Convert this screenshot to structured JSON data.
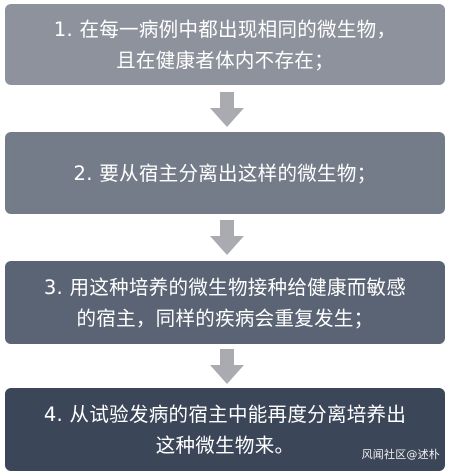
{
  "steps": [
    {
      "line1": "1. 在每一病例中都出现相同的微生物，",
      "line2": "且在健康者体内不存在；"
    },
    {
      "line1": "2. 要从宿主分离出这样的微生物；",
      "line2": ""
    },
    {
      "line1": "3. 用这种培养的微生物接种给健康而敏感",
      "line2": "的宿主，同样的疾病会重复发生；"
    },
    {
      "line1": "4. 从试验发病的宿主中能再度分离培养出",
      "line2": "这种微生物来。"
    }
  ],
  "arrow_icon": "down-arrow-icon",
  "watermark": "风闻社区@述朴",
  "colors": {
    "step1": "#8e929c",
    "step2": "#757c89",
    "step3": "#5b6474",
    "step4": "#3c4659",
    "arrow": "#a9abb0"
  }
}
